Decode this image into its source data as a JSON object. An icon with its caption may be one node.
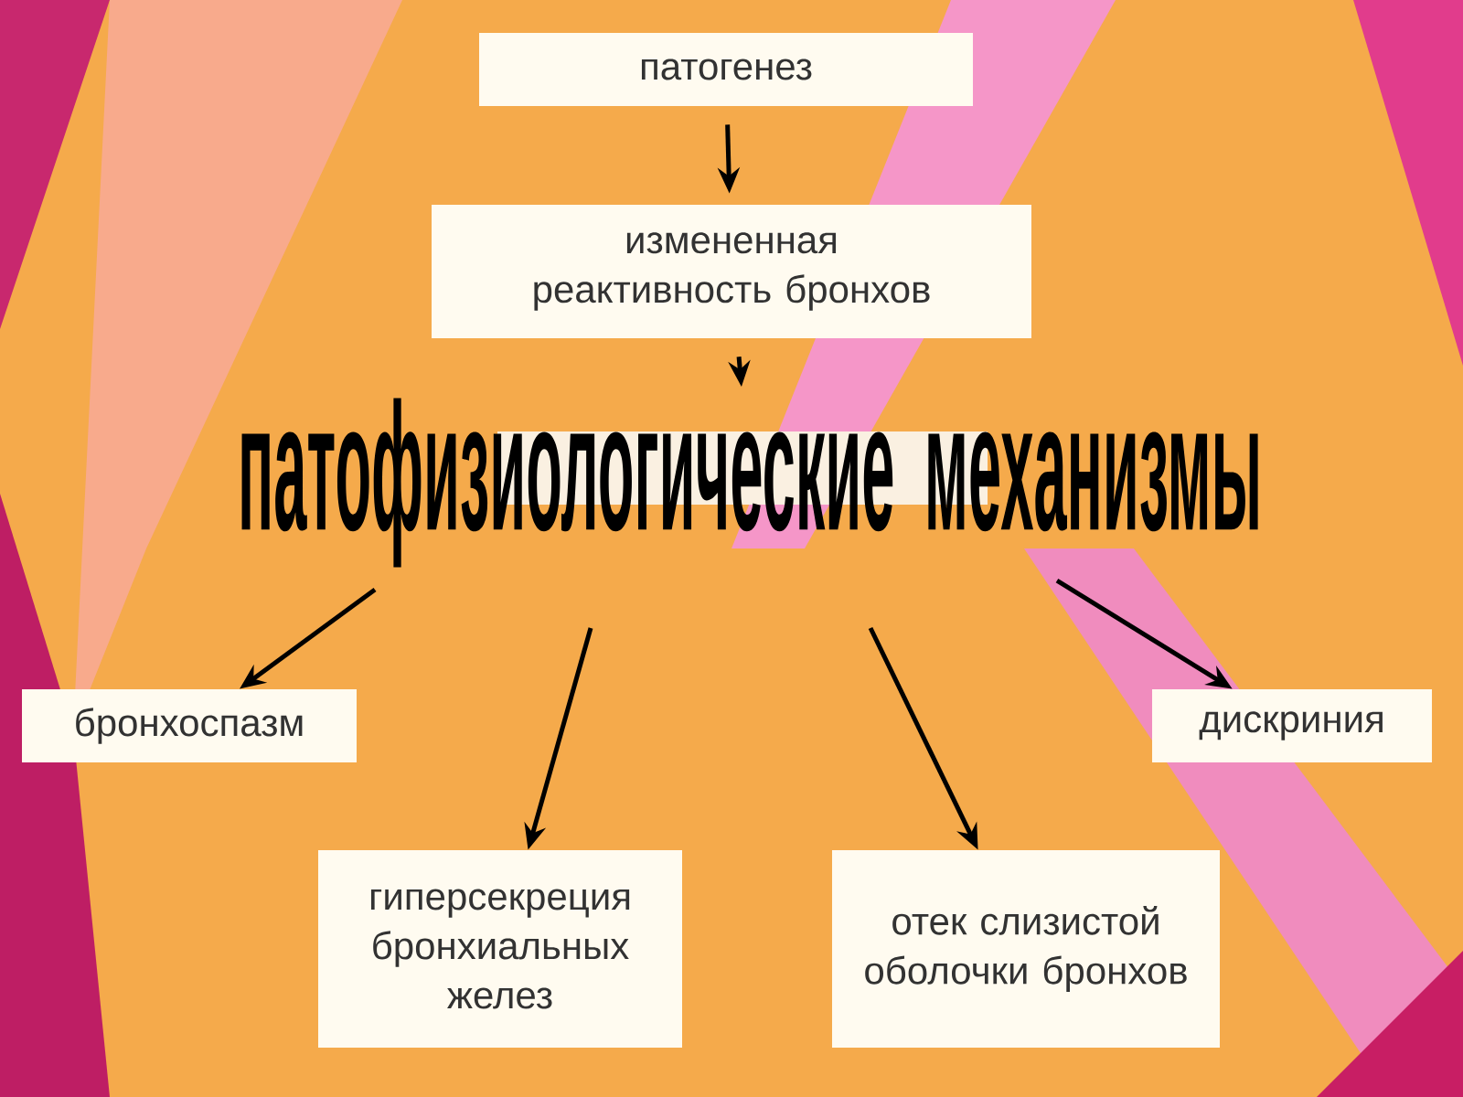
{
  "diagram": {
    "nodes": [
      {
        "text": [
          "патогенез"
        ]
      },
      {
        "text": [
          "измененная реактивность бронхов"
        ]
      },
      {
        "text": [
          "патофизиологические механизмы"
        ]
      },
      {
        "text": [
          "бронхоспазм"
        ]
      },
      {
        "text": [
          "гиперсекреция бронхиальных желез"
        ]
      },
      {
        "text": [
          "отек слизистой оболочки бронхов"
        ]
      },
      {
        "text": [
          "дискриния"
        ]
      }
    ],
    "edges": [
      {
        "from": 0,
        "to": 1,
        "arrow": "to"
      },
      {
        "from": 1,
        "to": 2,
        "arrow": "to"
      },
      {
        "from": 2,
        "to": 3,
        "arrow": "to"
      },
      {
        "from": 2,
        "to": 4,
        "arrow": "to"
      },
      {
        "from": 2,
        "to": 5,
        "arrow": "to"
      },
      {
        "from": 2,
        "to": 6,
        "arrow": "to"
      }
    ]
  }
}
